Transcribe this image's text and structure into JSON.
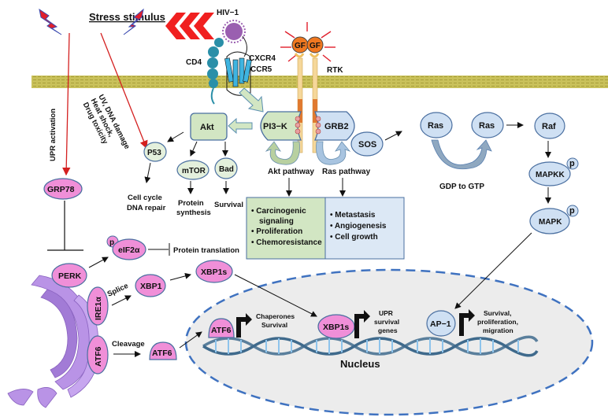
{
  "title": "Stress stimulus",
  "colors": {
    "membrane": "#c9c15a",
    "pink_node": "#f08fd8",
    "green_node": "#d2e6c3",
    "blue_node": "#cfe0f3",
    "red_arrow": "#d42020",
    "nucleus_fill": "#ececec",
    "nucleus_border": "#3f72c0",
    "er": "#b993e6"
  },
  "top": {
    "stress_label": "Stress stimulus",
    "hiv_label": "HIV−1",
    "cd4_label": "CD4",
    "cxcr4_label": "CXCR4",
    "ccr5_label": "CCR5",
    "gf_label": "GF",
    "rtk_label": "RTK"
  },
  "stress_paths": {
    "upr_activation": "UPR activation",
    "damage_lines": [
      "UV, DNA damage",
      "Heat shock,",
      "Drug toxicity"
    ]
  },
  "akt_branch": {
    "akt": "Akt",
    "pi3k": "PI3−K",
    "p53": "P53",
    "mtor": "mTOR",
    "bad": "Bad",
    "p53_outcome": [
      "Cell cycle",
      "DNA repair"
    ],
    "mtor_outcome": [
      "Protein",
      "synthesis"
    ],
    "bad_outcome": "Survival",
    "pathway_label": "Akt pathway"
  },
  "ras_branch": {
    "grb2": "GRB2",
    "sos": "SOS",
    "ras1": "Ras",
    "ras2": "Ras",
    "raf": "Raf",
    "gdp_gtp": "GDP to GTP",
    "mapkk": "MAPKK",
    "mapk": "MAPK",
    "p": "p",
    "pathway_label": "Ras pathway"
  },
  "outcome_boxes": {
    "akt_items": [
      "Carcinogenic",
      "signaling",
      "Proliferation",
      "Chemoresistance"
    ],
    "ras_items": [
      "Metastasis",
      "Angiogenesis",
      "Cell growth"
    ]
  },
  "upr": {
    "grp78": "GRP78",
    "perk": "PERK",
    "eif2a": "eIF2α",
    "p": "p",
    "protein_translation": "Protein translation",
    "ire1a": "IRE1α",
    "splice": "Splice",
    "xbp1": "XBP1",
    "xbp1s": "XBP1s",
    "atf6": "ATF6",
    "cleavage": "Cleavage"
  },
  "nucleus": {
    "label": "Nucleus",
    "atf6": "ATF6",
    "atf6_targets": [
      "Chaperones",
      "Survival"
    ],
    "xbp1s": "XBP1s",
    "xbp1s_targets": [
      "UPR",
      "survival",
      "genes"
    ],
    "ap1": "AP−1",
    "ap1_targets": [
      "Survival,",
      "proliferation,",
      "migration"
    ]
  }
}
